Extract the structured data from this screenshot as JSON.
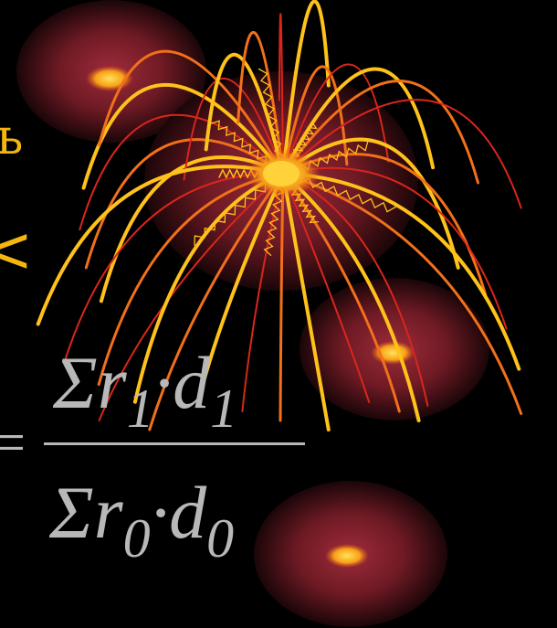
{
  "slide": {
    "partial_letter_top": "ь",
    "partial_letter_middle": "<"
  },
  "formula": {
    "equals": "=",
    "numerator": {
      "sum_r": "Σr",
      "r_sub": "1",
      "dot_d": "·d",
      "d_sub": "1"
    },
    "denominator": {
      "sum_r": "Σr",
      "r_sub": "0",
      "dot_d": "·d",
      "d_sub": "0"
    }
  },
  "colors": {
    "background": "#000000",
    "sphere": "#9e2b3a",
    "firework_yellow": "#ffc21a",
    "firework_orange": "#f2701a",
    "firework_red": "#d9261c",
    "letters": "#f5b70f",
    "formula": "#b8b8b8"
  }
}
